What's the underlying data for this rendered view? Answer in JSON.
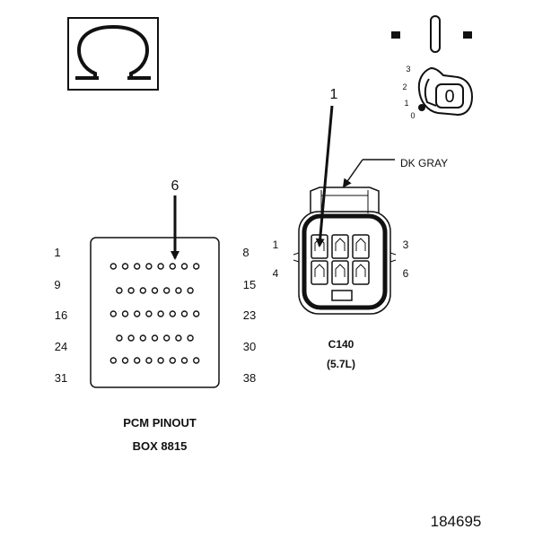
{
  "colors": {
    "ink": "#111111",
    "paper": "#ffffff"
  },
  "icons": {
    "ohm": "ohm-symbol-icon",
    "key": "ignition-key-icon"
  },
  "ignition": {
    "positions": [
      "3",
      "2",
      "1",
      "0"
    ],
    "key_label": "0"
  },
  "callouts": {
    "connector_cavity": "1",
    "pcm_pin": "6"
  },
  "connector": {
    "wire_color": "DK GRAY",
    "name": "C140",
    "variant": "(5.7L)",
    "cavity_labels": {
      "top_left": "1",
      "top_right": "3",
      "bottom_left": "4",
      "bottom_right": "6"
    }
  },
  "pcm": {
    "title": "PCM PINOUT",
    "subtitle": "BOX 8815",
    "row_start_labels": [
      "1",
      "9",
      "16",
      "24",
      "31"
    ],
    "row_end_labels": [
      "8",
      "15",
      "23",
      "30",
      "38"
    ],
    "row_pin_counts": [
      8,
      7,
      8,
      7,
      8
    ],
    "highlighted_row": 0,
    "highlighted_pin_index": 5
  },
  "figure_id": "184695"
}
